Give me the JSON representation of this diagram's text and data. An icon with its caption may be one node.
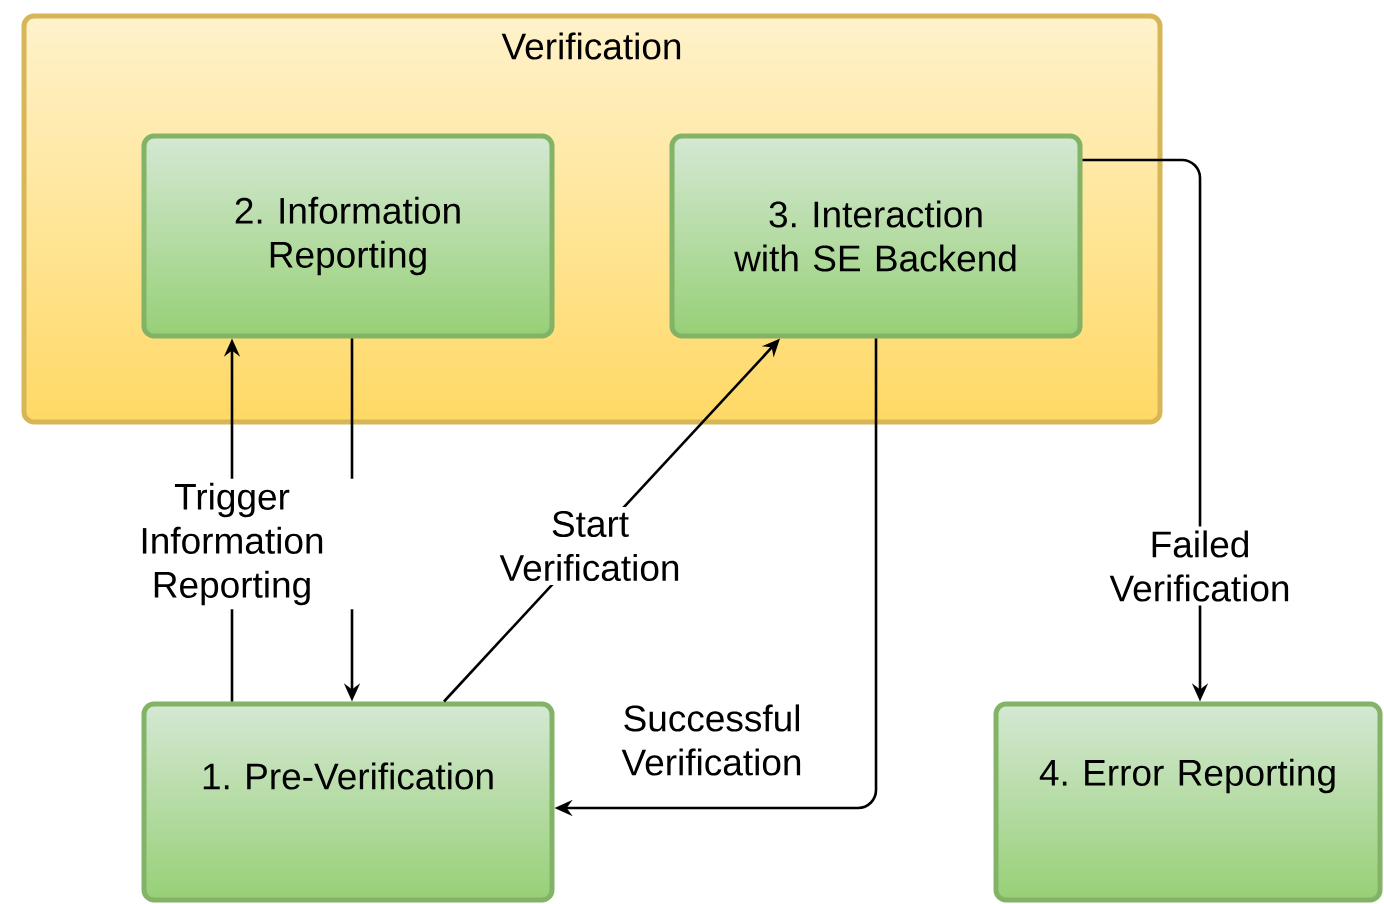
{
  "diagram": {
    "nodes": [
      {
        "text": [
          "Verification"
        ]
      },
      {
        "text": [
          "2. Information Reporting"
        ],
        "in": 0
      },
      {
        "text": [
          "3. Interaction with SE Backend"
        ],
        "in": 0
      },
      {
        "text": [
          "1. Pre-Verification"
        ]
      },
      {
        "text": [
          "4. Error Reporting"
        ]
      }
    ],
    "edges": [
      {
        "from": 3,
        "to": 1,
        "arrow": "to",
        "label": "Trigger Information Reporting"
      },
      {
        "from": 1,
        "to": 3,
        "arrow": "to"
      },
      {
        "from": 3,
        "to": 2,
        "arrow": "to",
        "label": "Start Verification"
      },
      {
        "from": 2,
        "to": 3,
        "arrow": "to",
        "label": "Successful Verification"
      },
      {
        "from": 2,
        "to": 4,
        "arrow": "to",
        "label": "Failed Verification"
      }
    ]
  }
}
